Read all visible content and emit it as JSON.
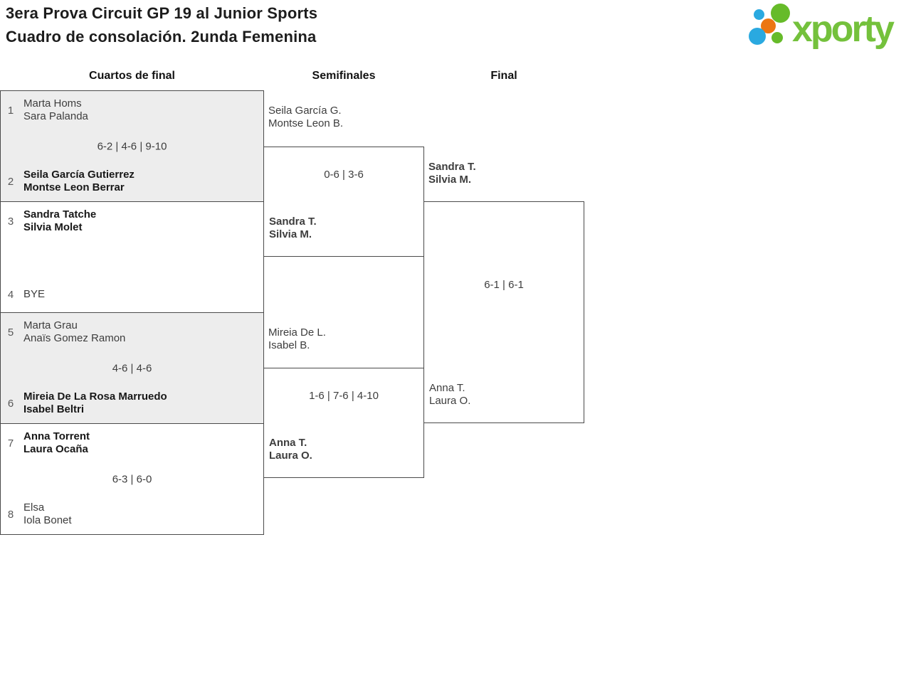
{
  "title": {
    "line1": "3era Prova Circuit GP 19 al Junior Sports",
    "line2": "Cuadro de consolación. 2unda Femenina"
  },
  "logo": {
    "wordmark": "xporty",
    "colors": {
      "green": "#74c13c",
      "dot_green": "#66bb29",
      "dot_blue": "#2aa9e0",
      "dot_orange": "#ec7612"
    }
  },
  "colors": {
    "shaded_match": "#ededed",
    "border": "#4a4a4a",
    "text": "#3d3d3d",
    "winner_text": "#181818"
  },
  "rounds": [
    "Cuartos de final",
    "Semifinales",
    "Final"
  ],
  "quarterfinals": [
    {
      "seed1": "1",
      "team1": [
        "Marta Homs",
        "Sara Palanda"
      ],
      "score": "6-2 | 4-6 | 9-10",
      "seed2": "2",
      "team2": [
        "Seila García Gutierrez",
        "Montse Leon Berrar"
      ]
    },
    {
      "seed1": "3",
      "team1": [
        "Sandra Tatche",
        "Silvia Molet"
      ],
      "score": "",
      "seed2": "4",
      "team2": [
        "BYE",
        ""
      ]
    },
    {
      "seed1": "5",
      "team1": [
        "Marta Grau",
        "Anaïs Gomez Ramon"
      ],
      "score": "4-6 | 4-6",
      "seed2": "6",
      "team2": [
        "Mireia De La Rosa Marruedo",
        "Isabel Beltri"
      ]
    },
    {
      "seed1": "7",
      "team1": [
        "Anna Torrent",
        "Laura Ocaña"
      ],
      "score": "6-3 | 6-0",
      "seed2": "8",
      "team2": [
        "Elsa",
        "Iola Bonet"
      ]
    }
  ],
  "semifinals": [
    {
      "incoming": [
        "Seila García G.",
        "Montse Leon B."
      ],
      "score": "0-6 | 3-6",
      "winner": [
        "Sandra T.",
        "Silvia M."
      ]
    },
    {
      "incoming": [
        "Mireia De L.",
        "Isabel B."
      ],
      "score": "1-6 | 7-6 | 4-10",
      "winner": [
        "Anna T.",
        "Laura O."
      ]
    }
  ],
  "final": {
    "winner": [
      "Sandra T.",
      "Silvia M."
    ],
    "score": "6-1 | 6-1",
    "runner_up": [
      "Anna T.",
      "Laura O."
    ]
  }
}
